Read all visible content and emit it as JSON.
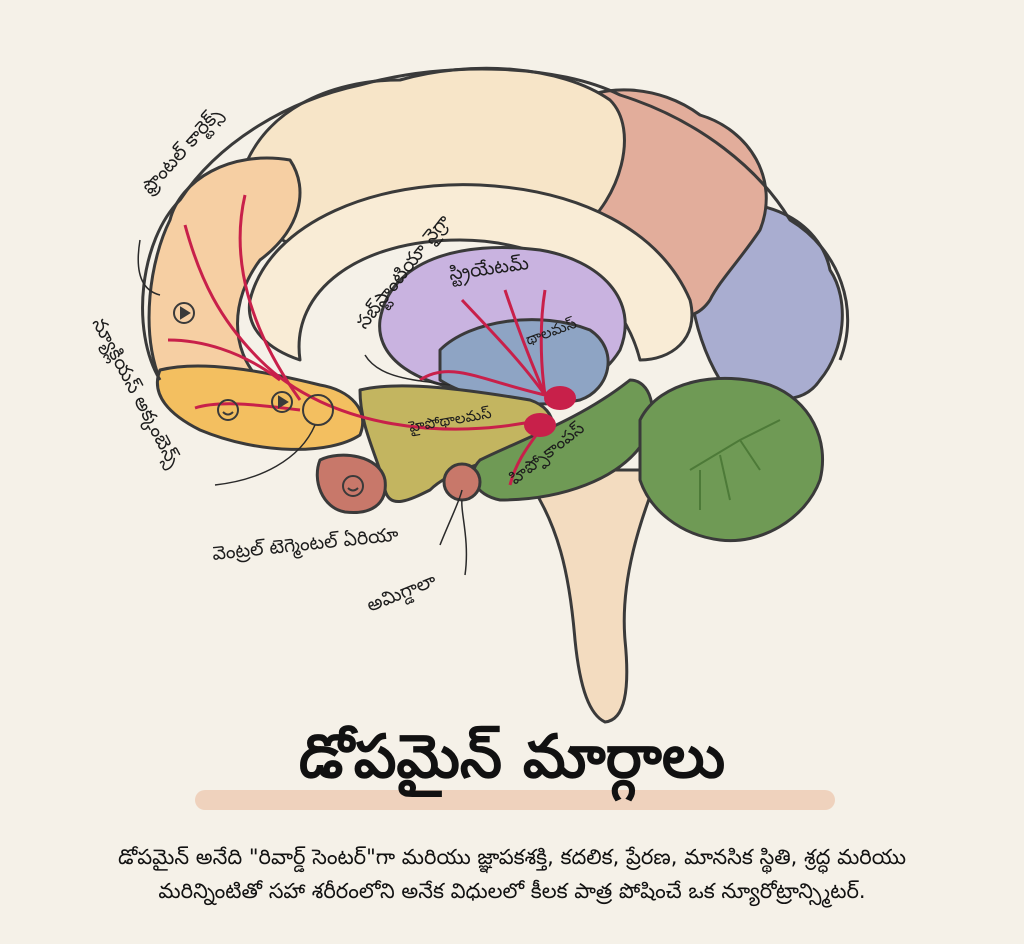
{
  "labels": {
    "frontal_cortex": "ఫ్రొంటల్ కార్టెక్స్",
    "nucleus_accumbens": "న్యూక్లియస్ అక్కంబెన్స్",
    "substantia_nigra": "సబ్‌స్టాంటియా నైగ్రా",
    "striatum": "స్ట్రియేటమ్",
    "thalamus": "థాలమస్",
    "hypothalamus": "హైపోథాలమస్",
    "hippocampus": "హిప్పోకాంపస్",
    "vta": "వెంట్రల్ టెగ్మెంటల్ ఏరియా",
    "amygdala": "అమిగ్డాలా"
  },
  "title": "డోపమైన్ మార్గాలు",
  "description": {
    "line1": "డోపమైన్ అనేది \"రివార్డ్ సెంటర్\"గా మరియు జ్ఞాపకశక్తి, కదలిక, ప్రేరణ, మానసిక స్థితి, శ్రద్ధ మరియు",
    "line2": "మరిన్నింటితో సహా శరీరంలోని అనేక విధులలో కీలక పాత్ర పోషించే ఒక న్యూరోట్రాన్స్మిటర్."
  },
  "colors": {
    "background": "#f5f1e8",
    "pathway": "#c8204a",
    "cerebellum": "#6f9a55",
    "occipital": "#a9add0",
    "parietal": "#e2ad9b",
    "frontal": "#f6cfa3",
    "accumbens": "#f3bf60",
    "striatum": "#c9b3e0",
    "thalamus": "#8ea4c4",
    "hippocampus": "#6f9a55"
  }
}
